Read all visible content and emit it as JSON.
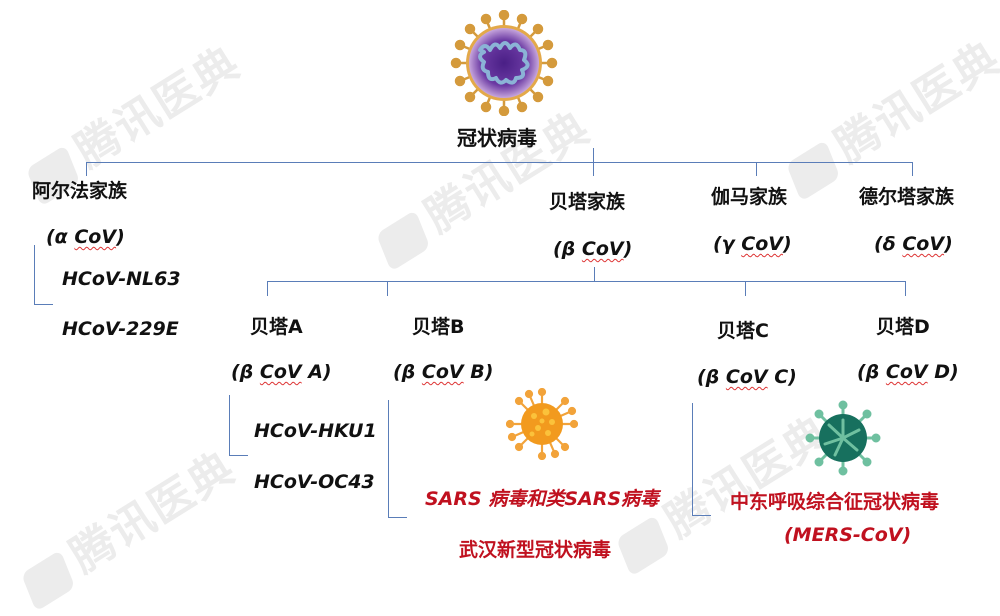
{
  "root": {
    "label": "冠状病毒",
    "icon": "coronavirus-icon"
  },
  "watermark": {
    "text": "腾讯医典"
  },
  "families": [
    {
      "name": "阿尔法家族",
      "abbr_prefix": "(α ",
      "abbr_cov": "CoV",
      "abbr_suffix": ")",
      "members": [
        "HCoV-NL63",
        "HCoV-229E"
      ]
    },
    {
      "name": "贝塔家族",
      "abbr_prefix": "(β ",
      "abbr_cov": "CoV",
      "abbr_suffix": ")"
    },
    {
      "name": "伽马家族",
      "abbr_prefix": "(γ ",
      "abbr_cov": "CoV",
      "abbr_suffix": ")"
    },
    {
      "name": "德尔塔家族",
      "abbr_prefix": "(δ ",
      "abbr_cov": "CoV",
      "abbr_suffix": ")"
    }
  ],
  "beta_subgroups": [
    {
      "name": "贝塔A",
      "abbr_prefix": "(β ",
      "abbr_cov": "CoV",
      "abbr_suffix": " A)",
      "members": [
        "HCoV-HKU1",
        "HCoV-OC43"
      ]
    },
    {
      "name": "贝塔B",
      "abbr_prefix": "(β ",
      "abbr_cov": "CoV",
      "abbr_suffix": " B)",
      "members": [
        "SARS 病毒和类SARS病毒",
        "武汉新型冠状病毒"
      ],
      "icon": "orange-virus-icon"
    },
    {
      "name": "贝塔C",
      "abbr_prefix": "(β ",
      "abbr_cov": "CoV",
      "abbr_suffix": " C)",
      "members": [
        "中东呼吸综合征冠状病毒",
        "(MERS-CoV)"
      ],
      "icon": "green-virus-icon"
    },
    {
      "name": "贝塔D",
      "abbr_prefix": "(β ",
      "abbr_cov": "CoV",
      "abbr_suffix": " D)"
    }
  ],
  "colors": {
    "line": "#5a7db8",
    "highlight": "#c0111f",
    "text": "#111111",
    "watermark": "#ececec"
  }
}
